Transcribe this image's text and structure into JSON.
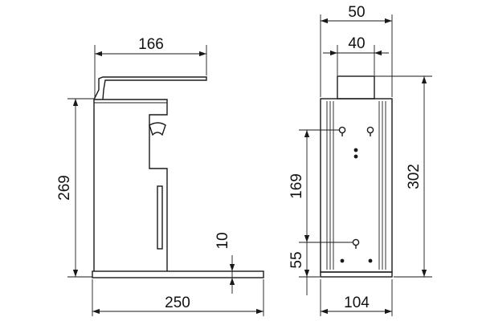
{
  "side_view": {
    "width_label": "166",
    "height_label": "269",
    "base_width_label": "250",
    "plate_thickness_label": "10"
  },
  "front_view": {
    "outer_width_label": "50",
    "inner_width_label": "40",
    "total_height_label": "302",
    "hole_spacing_label": "169",
    "hole_offset_label": "55",
    "base_width_label": "104"
  }
}
